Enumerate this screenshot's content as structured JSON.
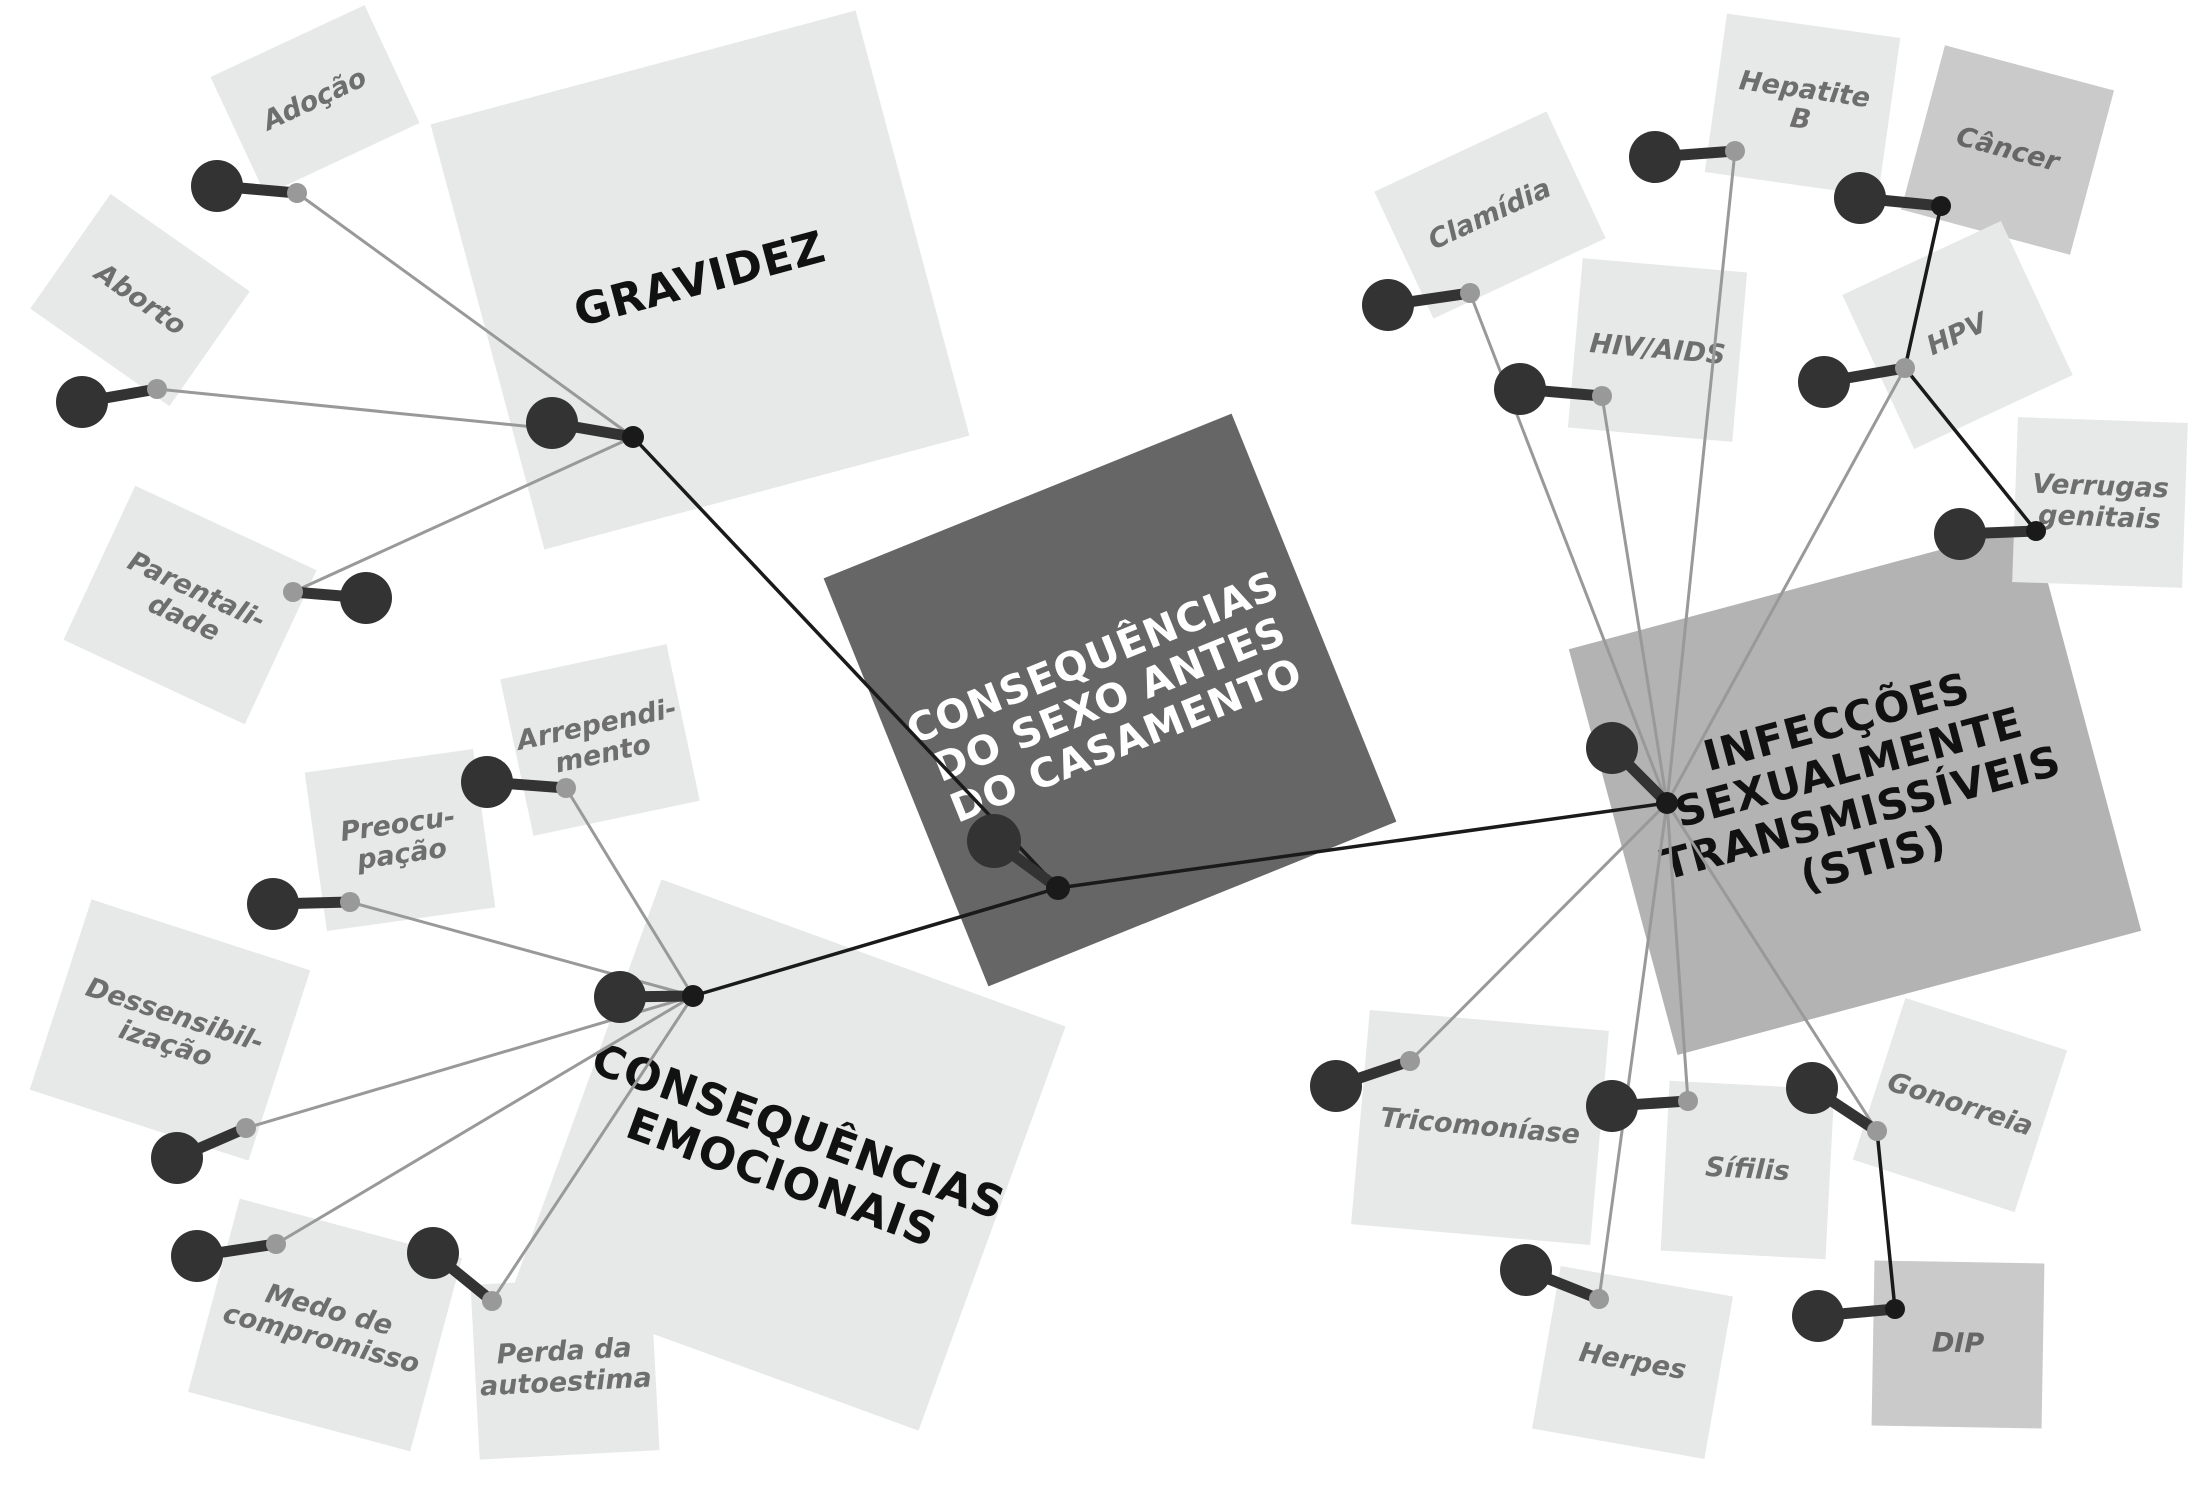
{
  "colors": {
    "leaf_fill": "#e7e8e8",
    "dark_leaf_fill": "#cacaca",
    "sti_fill": "#b3b3b3",
    "center_fill": "#666666",
    "grey_link": "#999999",
    "black_link": "#1a1a1a",
    "pin": "#333333"
  },
  "center": {
    "label": "CONSEQUÊNCIAS\nDO SEXO ANTES\nDO CASAMENTO"
  },
  "hubs": {
    "gravidez": "GRAVIDEZ",
    "emocionais": "CONSEQUÊNCIAS\nEMOCIONAIS",
    "stis": "INFECÇÕES\nSEXUALMENTE\nTRANSMISSÍVEIS\n(STIS)"
  },
  "gravidez_items": {
    "adocao": "Adoção",
    "aborto": "Aborto",
    "parentalidade": "Parentali-\ndade"
  },
  "emocionais_items": {
    "arrependimento": "Arrependi-\nmento",
    "preocupacao": "Preocu-\npação",
    "dessensibilizacao": "Dessensibil-\nização",
    "medo": "Medo de\ncompromisso",
    "autoestima": "Perda da\nautoestima"
  },
  "sti_items": {
    "clamidia": "Clamídia",
    "hepatite": "Hepatite B",
    "cancer": "Câncer",
    "hiv": "HIV/AIDS",
    "hpv": "HPV",
    "verrugas": "Verrugas\ngenitais",
    "tricomoniase": "Tricomoníase",
    "sifilis": "Sífilis",
    "herpes": "Herpes",
    "gonorreia": "Gonorreia",
    "dip": "DIP"
  }
}
